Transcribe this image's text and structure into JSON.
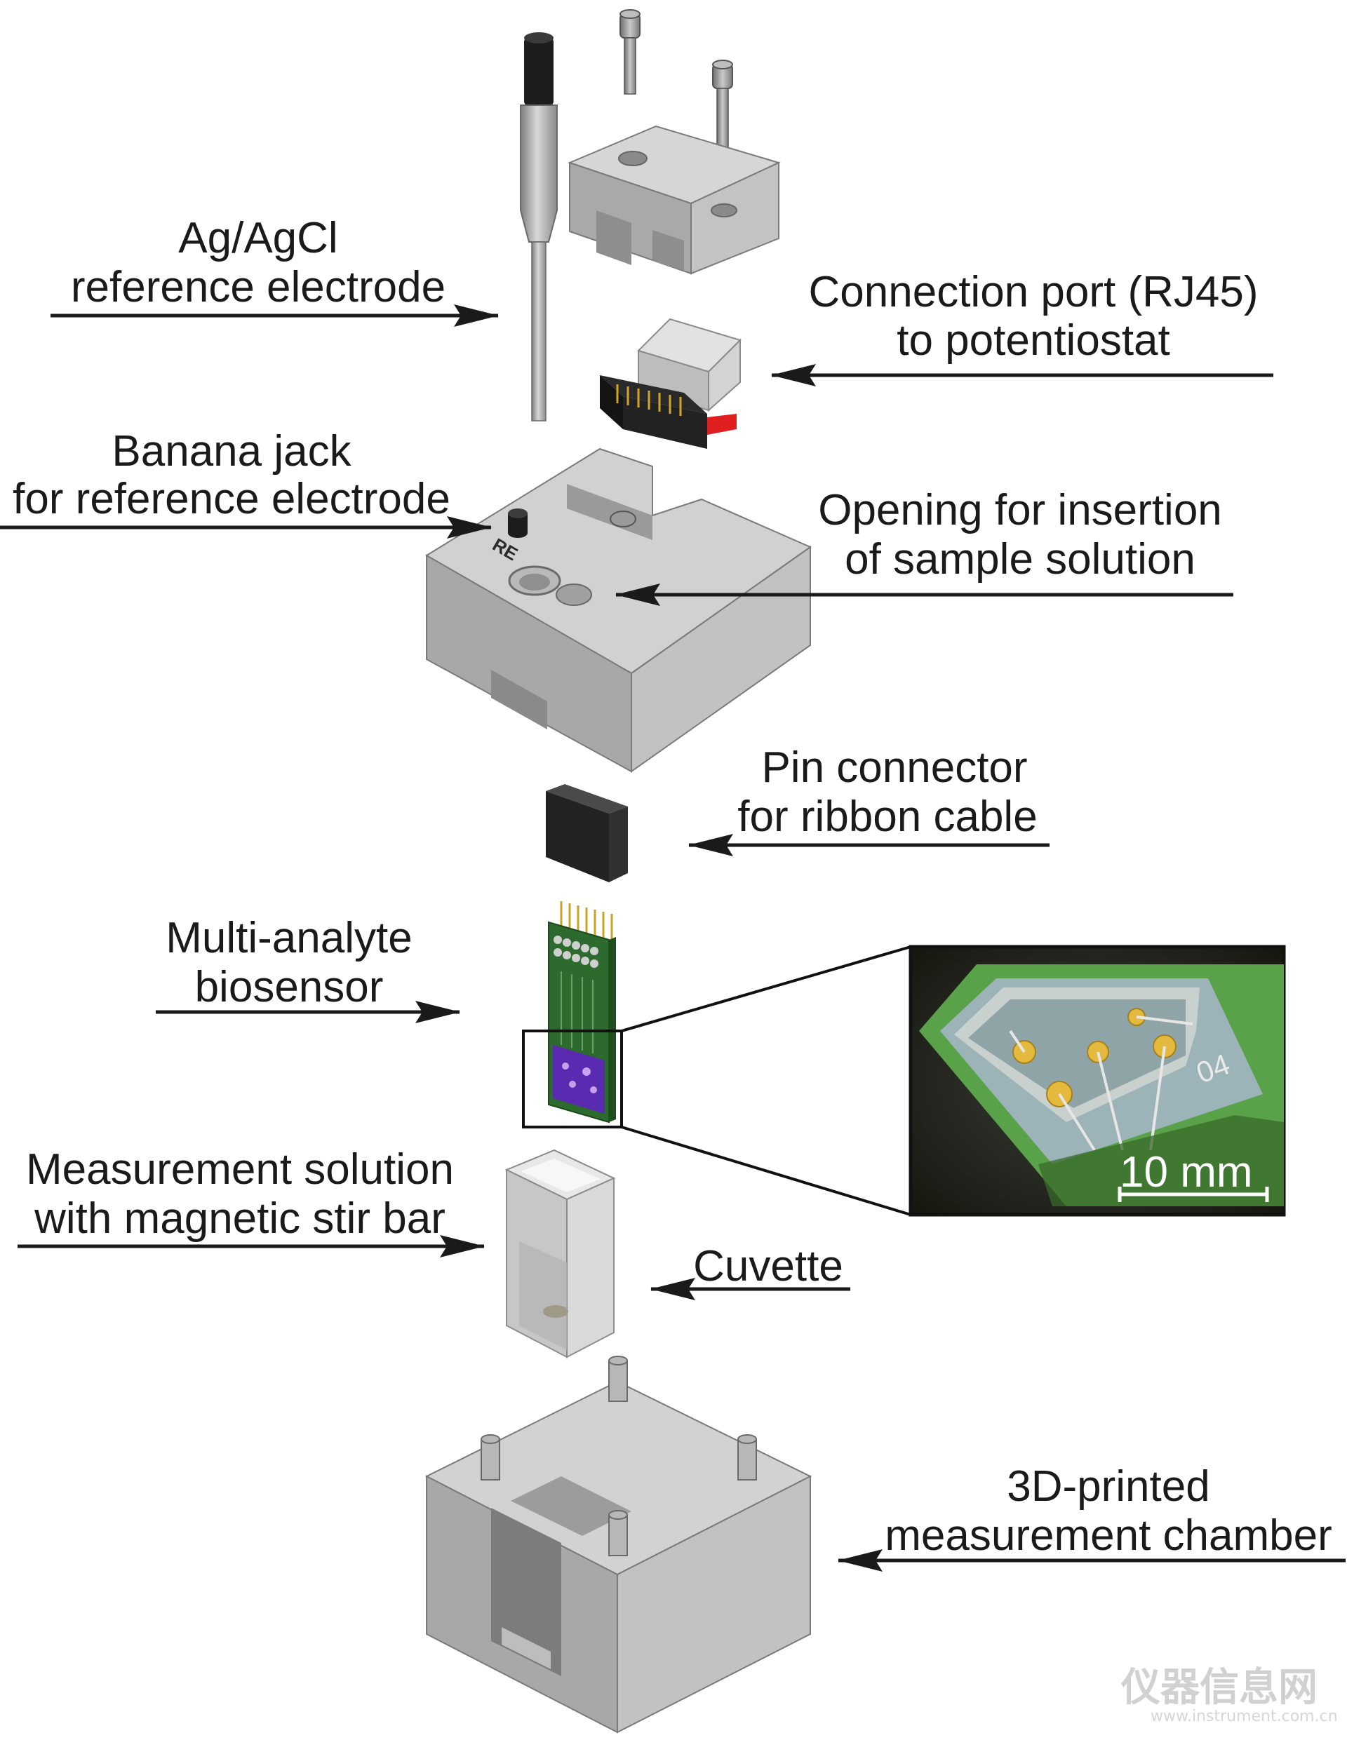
{
  "labels": {
    "ref_electrode": [
      "Ag/AgCl",
      "reference electrode"
    ],
    "connection_port": [
      "Connection port (RJ45)",
      "to potentiostat"
    ],
    "banana_jack": [
      "Banana jack",
      "for reference electrode"
    ],
    "opening": [
      "Opening for insertion",
      "of sample solution"
    ],
    "pin_connector": [
      "Pin connector",
      "for ribbon cable"
    ],
    "biosensor": [
      "Multi-analyte",
      "biosensor"
    ],
    "measurement_solution": [
      "Measurement solution",
      "with magnetic stir bar"
    ],
    "cuvette": "Cuvette",
    "chamber": [
      "3D-printed",
      "measurement chamber"
    ]
  },
  "jack_marking": "RE",
  "photo": {
    "scale_bar": "10 mm",
    "chip_number": "04"
  },
  "watermark": {
    "text": "仪器信息网",
    "url": "www.instrument.com.cn"
  },
  "colors": {
    "arrow": "#1a1a1a",
    "part_gray_top": "#d4d4d4",
    "part_gray_left": "#a8a8a8",
    "part_gray_right": "#c2c2c2",
    "pcb_green": "#2e6b2e",
    "sensor_purple": "#5a2ab0",
    "photo_green": "#5aa24a"
  }
}
